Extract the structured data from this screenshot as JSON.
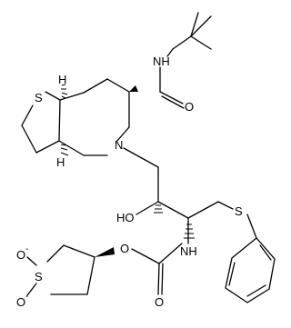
{
  "molecule": {
    "atom_labels": {
      "nh_amide": "NH",
      "o_amide": "O",
      "s_ring": "S",
      "h_top": "H",
      "h_bottom": "H",
      "n_ring": "N",
      "ho": "HO",
      "s_thioether": "S",
      "nh_carbamate": "NH",
      "o_ester": "O",
      "o_carbonyl": "O",
      "s_sulfone": "S",
      "o_sulfone_top": "O",
      "o_sulfone_bottom": "O",
      "minus_top": "-",
      "minus_bottom": "-"
    }
  }
}
